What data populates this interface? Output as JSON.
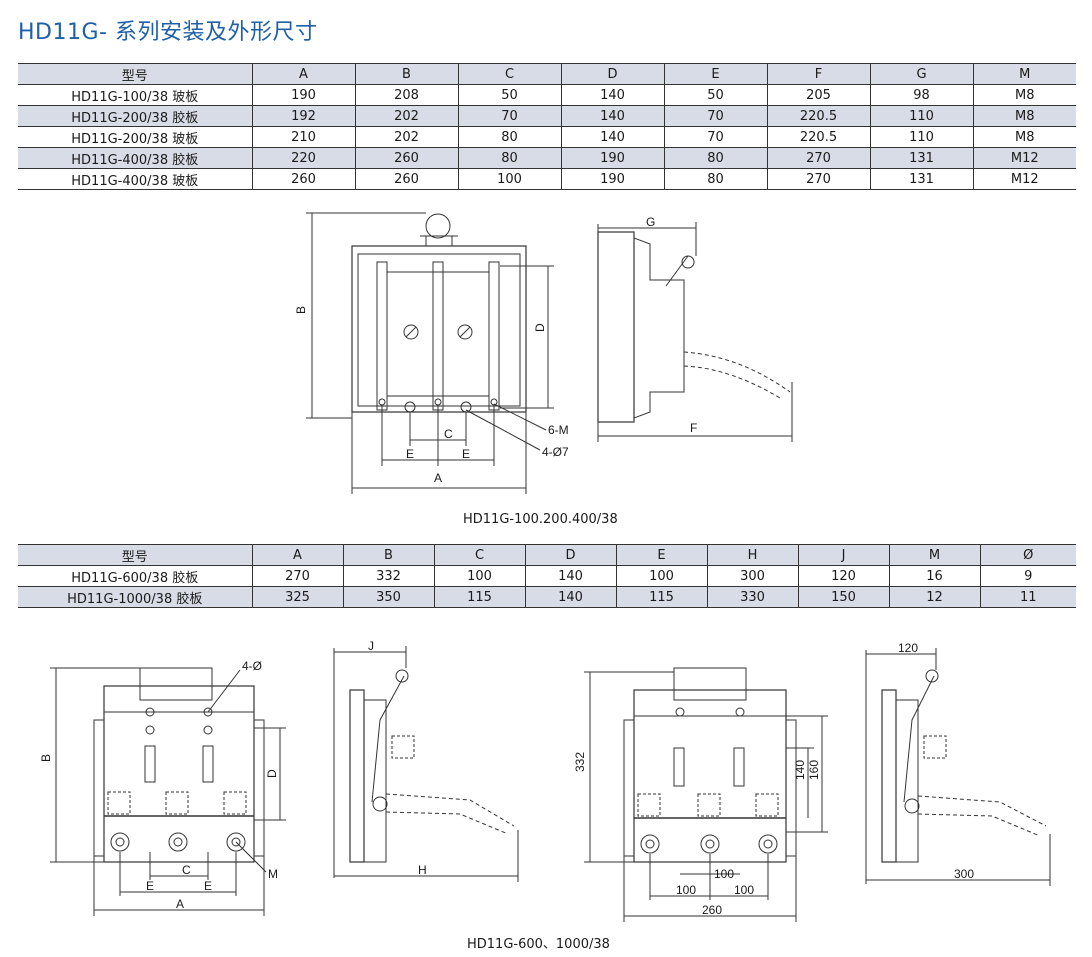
{
  "title": "HD11G- 系列安装及外形尺寸",
  "table1": {
    "headers": [
      "型号",
      "A",
      "B",
      "C",
      "D",
      "E",
      "F",
      "G",
      "M"
    ],
    "rows": [
      [
        "HD11G-100/38 玻板",
        "190",
        "208",
        "50",
        "140",
        "50",
        "205",
        "98",
        "M8"
      ],
      [
        "HD11G-200/38 胶板",
        "192",
        "202",
        "70",
        "140",
        "70",
        "220.5",
        "110",
        "M8"
      ],
      [
        "HD11G-200/38 玻板",
        "210",
        "202",
        "80",
        "140",
        "70",
        "220.5",
        "110",
        "M8"
      ],
      [
        "HD11G-400/38 胶板",
        "220",
        "260",
        "80",
        "190",
        "80",
        "270",
        "131",
        "M12"
      ],
      [
        "HD11G-400/38 玻板",
        "260",
        "260",
        "100",
        "190",
        "80",
        "270",
        "131",
        "M12"
      ]
    ]
  },
  "drawing1": {
    "labels": {
      "B": "B",
      "D": "D",
      "C": "C",
      "E1": "E",
      "E2": "E",
      "A": "A",
      "G": "G",
      "F": "F",
      "m": "6-M",
      "hole": "4-Ø7"
    },
    "caption": "HD11G-100.200.400/38"
  },
  "table2": {
    "headers": [
      "型号",
      "A",
      "B",
      "C",
      "D",
      "E",
      "H",
      "J",
      "M",
      "Ø"
    ],
    "rows": [
      [
        "HD11G-600/38 胶板",
        "270",
        "332",
        "100",
        "140",
        "100",
        "300",
        "120",
        "16",
        "9"
      ],
      [
        "HD11G-1000/38 胶板",
        "325",
        "350",
        "115",
        "140",
        "115",
        "330",
        "150",
        "12",
        "11"
      ]
    ]
  },
  "drawing2": {
    "labels": {
      "hole": "4-Ø",
      "B": "B",
      "D": "D",
      "C": "C",
      "E1": "E",
      "E2": "E",
      "A": "A",
      "M": "M",
      "J": "J",
      "H": "H"
    },
    "labels_right": {
      "h332": "332",
      "d140": "140",
      "d160": "160",
      "d100a": "100",
      "d100b": "100",
      "d100c": "100",
      "d260": "260",
      "d120": "120",
      "d300": "300"
    },
    "caption": "HD11G-600、1000/38"
  }
}
